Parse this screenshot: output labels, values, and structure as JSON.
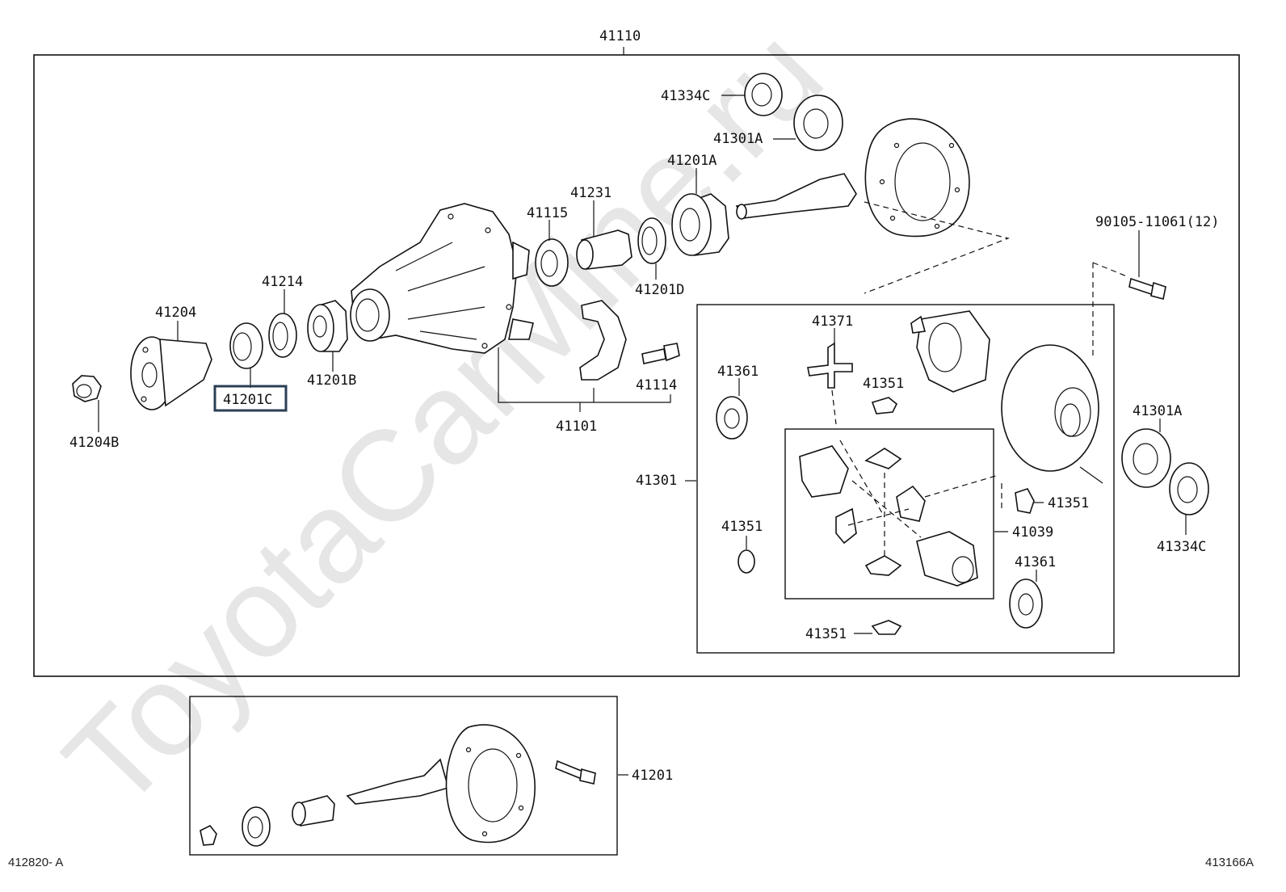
{
  "watermark": "ToyotaCarMine.ru",
  "diagram_code_left": "412820- A",
  "diagram_code_right": "413166A",
  "highlighted_part": "41201C",
  "labels": {
    "p41110": "41110",
    "p41334C_top": "41334C",
    "p41301A_top": "41301A",
    "p41201A": "41201A",
    "p41231": "41231",
    "p41115": "41115",
    "p41201D": "41201D",
    "p41214": "41214",
    "p41204": "41204",
    "p41201B": "41201B",
    "p41201C": "41201C",
    "p41204B": "41204B",
    "p41114": "41114",
    "p41101": "41101",
    "p90105": "90105-11061(12)",
    "p41371": "41371",
    "p41361_left": "41361",
    "p41351_a": "41351",
    "p41301": "41301",
    "p41351_b": "41351",
    "p41351_c": "41351",
    "p41039": "41039",
    "p41361_right": "41361",
    "p41351_d": "41351",
    "p41301A_right": "41301A",
    "p41334C_right": "41334C",
    "p41201": "41201"
  }
}
